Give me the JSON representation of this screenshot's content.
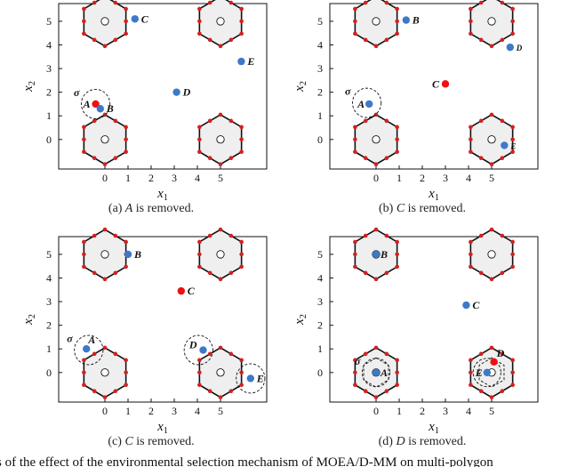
{
  "figure": {
    "bottom_caption_fragment": "s of the effect of the environmental selection mechanism of MOEA/D-MM on multi-polygon",
    "panels": [
      {
        "caption": "(a) A is removed.",
        "xticks": [
          0,
          1,
          2,
          3,
          4,
          5
        ],
        "yticks": [
          0,
          1,
          2,
          3,
          4,
          5
        ],
        "xlabel": "x1",
        "ylabel": "x2",
        "points": [
          {
            "label": "A",
            "x": -0.4,
            "y": 1.5,
            "color": "#ee1111"
          },
          {
            "label": "B",
            "x": -0.2,
            "y": 1.3,
            "color": "#3d79c9"
          },
          {
            "label": "C",
            "x": 1.3,
            "y": 5.1,
            "color": "#3d79c9"
          },
          {
            "label": "D",
            "x": 3.1,
            "y": 2.0,
            "color": "#3d79c9"
          },
          {
            "label": "E",
            "x": 5.9,
            "y": 3.3,
            "color": "#3d79c9"
          }
        ],
        "niche_circles": [
          {
            "cx": -0.4,
            "cy": 1.5,
            "r": 0.62,
            "label": "σ"
          }
        ],
        "inner_hexagons": []
      },
      {
        "caption": "(b) C is removed.",
        "xticks": [
          0,
          1,
          2,
          3,
          4,
          5
        ],
        "yticks": [
          0,
          1,
          2,
          3,
          4,
          5
        ],
        "xlabel": "x1",
        "ylabel": "x2",
        "points": [
          {
            "label": "A",
            "x": -0.3,
            "y": 1.5,
            "color": "#3d79c9"
          },
          {
            "label": "B",
            "x": 1.3,
            "y": 5.05,
            "color": "#3d79c9"
          },
          {
            "label": "C",
            "x": 3.0,
            "y": 2.35,
            "color": "#ee1111"
          },
          {
            "label": "D",
            "x": 5.8,
            "y": 3.9,
            "color": "#3d79c9"
          },
          {
            "label": "E",
            "x": 5.55,
            "y": -0.25,
            "color": "#3d79c9"
          }
        ],
        "niche_circles": [
          {
            "cx": -0.4,
            "cy": 1.55,
            "r": 0.62,
            "label": "σ"
          }
        ],
        "inner_hexagons": []
      },
      {
        "caption": "(c) C is removed.",
        "xticks": [
          0,
          1,
          2,
          3,
          4,
          5
        ],
        "yticks": [
          0,
          1,
          2,
          3,
          4,
          5
        ],
        "xlabel": "x1",
        "ylabel": "x2",
        "points": [
          {
            "label": "A",
            "x": -0.8,
            "y": 1.0,
            "color": "#3d79c9"
          },
          {
            "label": "B",
            "x": 1.0,
            "y": 5.0,
            "color": "#3d79c9"
          },
          {
            "label": "C",
            "x": 3.3,
            "y": 3.45,
            "color": "#ee1111"
          },
          {
            "label": "D",
            "x": 4.25,
            "y": 0.95,
            "color": "#3d79c9"
          },
          {
            "label": "E",
            "x": 6.3,
            "y": -0.25,
            "color": "#3d79c9"
          }
        ],
        "niche_circles": [
          {
            "cx": -0.7,
            "cy": 0.95,
            "r": 0.62,
            "label": "σ"
          },
          {
            "cx": 4.05,
            "cy": 0.95,
            "r": 0.62,
            "label": ""
          },
          {
            "cx": 6.3,
            "cy": -0.25,
            "r": 0.62,
            "label": ""
          }
        ],
        "inner_hexagons": []
      },
      {
        "caption": "(d) D is removed.",
        "xticks": [
          0,
          1,
          2,
          3,
          4,
          5
        ],
        "yticks": [
          0,
          1,
          2,
          3,
          4,
          5
        ],
        "xlabel": "x1",
        "ylabel": "x2",
        "points": [
          {
            "label": "A",
            "x": 0.0,
            "y": 0.0,
            "color": "#3d79c9"
          },
          {
            "label": "B",
            "x": 0.0,
            "y": 5.0,
            "color": "#3d79c9"
          },
          {
            "label": "C",
            "x": 3.9,
            "y": 2.85,
            "color": "#3d79c9"
          },
          {
            "label": "D",
            "x": 5.1,
            "y": 0.45,
            "color": "#ee1111"
          },
          {
            "label": "E",
            "x": 4.8,
            "y": 0.0,
            "color": "#3d79c9"
          }
        ],
        "niche_circles": [
          {
            "cx": 0.0,
            "cy": 0.0,
            "r": 0.6,
            "label": "σ"
          },
          {
            "cx": 4.8,
            "cy": 0.0,
            "r": 0.6,
            "label": ""
          }
        ],
        "inner_hexagons": [
          {
            "cx": 0,
            "cy": 0
          },
          {
            "cx": 5,
            "cy": 0
          }
        ]
      }
    ],
    "hexagon_centers": [
      [
        0,
        5
      ],
      [
        5,
        5
      ],
      [
        0,
        0
      ],
      [
        5,
        0
      ]
    ],
    "colors": {
      "hex_fill": "#efefef",
      "hex_stroke": "#111111",
      "vertex": "#d42020",
      "red_point": "#ee1111",
      "blue_point": "#3d79c9"
    }
  }
}
